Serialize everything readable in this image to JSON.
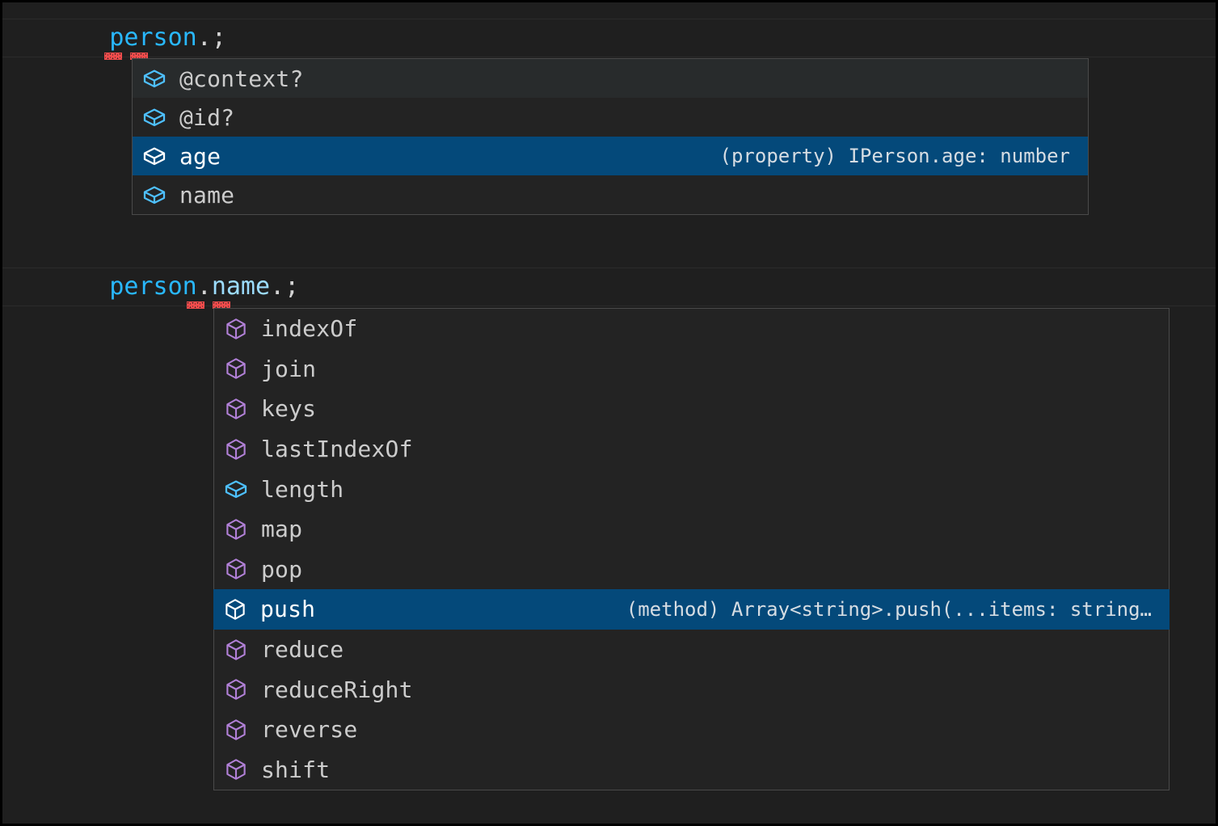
{
  "theme": {
    "editor_background": "#1f1f1f",
    "widget_background": "#232323",
    "widget_border": "#4a4a4a",
    "selection_background": "#04497a",
    "focused_row_background": "#282b2c",
    "text_foreground": "#cccccc",
    "variable_color": "#29b8ff",
    "property_color": "#9cdcfe",
    "method_icon_color": "#b180d7",
    "property_icon_color": "#4ec0ff",
    "error_squiggle_color": "#f14c4c"
  },
  "editor": {
    "lines": [
      {
        "id": "line-person",
        "segments": [
          {
            "text": "person",
            "kind": "variable"
          },
          {
            "text": ".",
            "kind": "punct"
          },
          {
            "text": ";",
            "kind": "punct"
          }
        ],
        "plain": "person.;",
        "has_error": true
      },
      {
        "id": "line-person-name",
        "segments": [
          {
            "text": "person",
            "kind": "variable"
          },
          {
            "text": ".",
            "kind": "punct"
          },
          {
            "text": "name",
            "kind": "property"
          },
          {
            "text": ".",
            "kind": "punct"
          },
          {
            "text": ";",
            "kind": "punct"
          }
        ],
        "plain": "person.name.;",
        "has_error": true
      }
    ]
  },
  "suggest_widgets": [
    {
      "id": "suggest-widget-person",
      "trigger": "person.",
      "items": [
        {
          "label": "@context?",
          "icon": "property-cube-icon",
          "icon_kind": "property",
          "detail": "",
          "state": "focused"
        },
        {
          "label": "@id?",
          "icon": "property-cube-icon",
          "icon_kind": "property",
          "detail": "",
          "state": "normal"
        },
        {
          "label": "age",
          "icon": "property-cube-icon",
          "icon_kind": "property",
          "detail": "(property) IPerson.age: number",
          "state": "selected"
        },
        {
          "label": "name",
          "icon": "property-cube-icon",
          "icon_kind": "property",
          "detail": "",
          "state": "normal"
        }
      ]
    },
    {
      "id": "suggest-widget-name",
      "trigger": "person.name.",
      "items": [
        {
          "label": "indexOf",
          "icon": "method-cube-icon",
          "icon_kind": "method",
          "detail": "",
          "state": "normal"
        },
        {
          "label": "join",
          "icon": "method-cube-icon",
          "icon_kind": "method",
          "detail": "",
          "state": "normal"
        },
        {
          "label": "keys",
          "icon": "method-cube-icon",
          "icon_kind": "method",
          "detail": "",
          "state": "normal"
        },
        {
          "label": "lastIndexOf",
          "icon": "method-cube-icon",
          "icon_kind": "method",
          "detail": "",
          "state": "normal"
        },
        {
          "label": "length",
          "icon": "property-cube-icon",
          "icon_kind": "property",
          "detail": "",
          "state": "normal"
        },
        {
          "label": "map",
          "icon": "method-cube-icon",
          "icon_kind": "method",
          "detail": "",
          "state": "normal"
        },
        {
          "label": "pop",
          "icon": "method-cube-icon",
          "icon_kind": "method",
          "detail": "",
          "state": "normal"
        },
        {
          "label": "push",
          "icon": "method-cube-icon",
          "icon_kind": "method",
          "detail": "(method) Array<string>.push(...items: string…",
          "state": "selected"
        },
        {
          "label": "reduce",
          "icon": "method-cube-icon",
          "icon_kind": "method",
          "detail": "",
          "state": "normal"
        },
        {
          "label": "reduceRight",
          "icon": "method-cube-icon",
          "icon_kind": "method",
          "detail": "",
          "state": "normal"
        },
        {
          "label": "reverse",
          "icon": "method-cube-icon",
          "icon_kind": "method",
          "detail": "",
          "state": "normal"
        },
        {
          "label": "shift",
          "icon": "method-cube-icon",
          "icon_kind": "method",
          "detail": "",
          "state": "normal"
        }
      ]
    }
  ]
}
